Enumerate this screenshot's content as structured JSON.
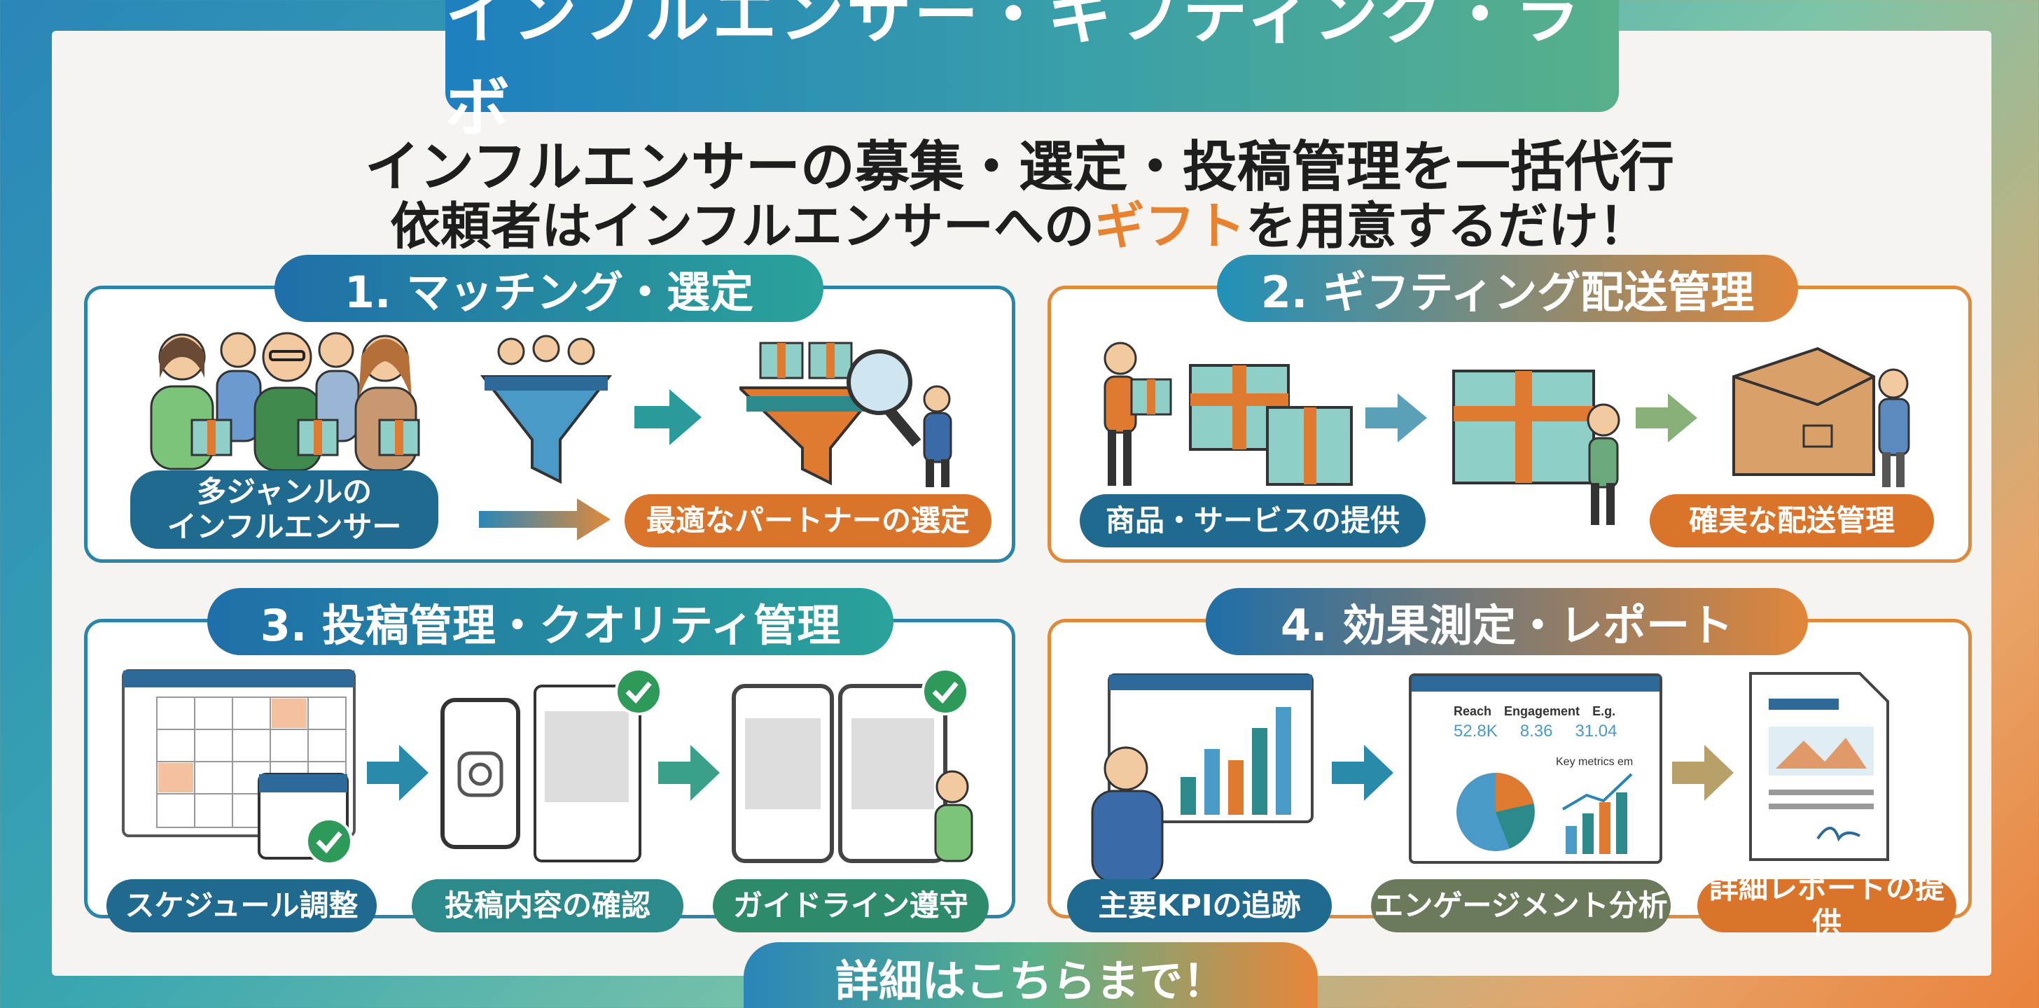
{
  "header": {
    "title": "インフルエンサー・ギフティング・ラボ"
  },
  "headline": {
    "line1": "インフルエンサーの募集・選定・投稿管理を一括代行",
    "line2_pre": "依頼者はインフルエンサーへの",
    "line2_accent": "ギフト",
    "line2_post": "を用意するだけ！"
  },
  "sections": [
    {
      "title": "1. マッチング・選定",
      "labels": [
        "多ジャンルの\nインフルエンサー",
        "最適なパートナーの選定"
      ]
    },
    {
      "title": "2. ギフティング配送管理",
      "labels": [
        "商品・サービスの提供",
        "確実な配送管理"
      ]
    },
    {
      "title": "3. 投稿管理・クオリティ管理",
      "labels": [
        "スケジュール調整",
        "投稿内容の確認",
        "ガイドライン遵守"
      ]
    },
    {
      "title": "4. 効果測定・レポート",
      "labels": [
        "主要KPIの追跡",
        "エンゲージメント分析",
        "詳細レポートの提供"
      ]
    }
  ],
  "metrics": {
    "reach_label": "Reach",
    "reach_value": "52.8K",
    "engagement_label": "Engagement",
    "engagement_value": "8.36",
    "eg_label": "E.g.",
    "eg_value": "31.04",
    "key_metrics": "Key metrics em"
  },
  "footer": {
    "cta": "詳細はこちらまで！"
  },
  "colors": {
    "blue": "#1f6a8e",
    "orange": "#d9742a",
    "accent": "#e8822e",
    "teal": "#2d8a8a"
  }
}
